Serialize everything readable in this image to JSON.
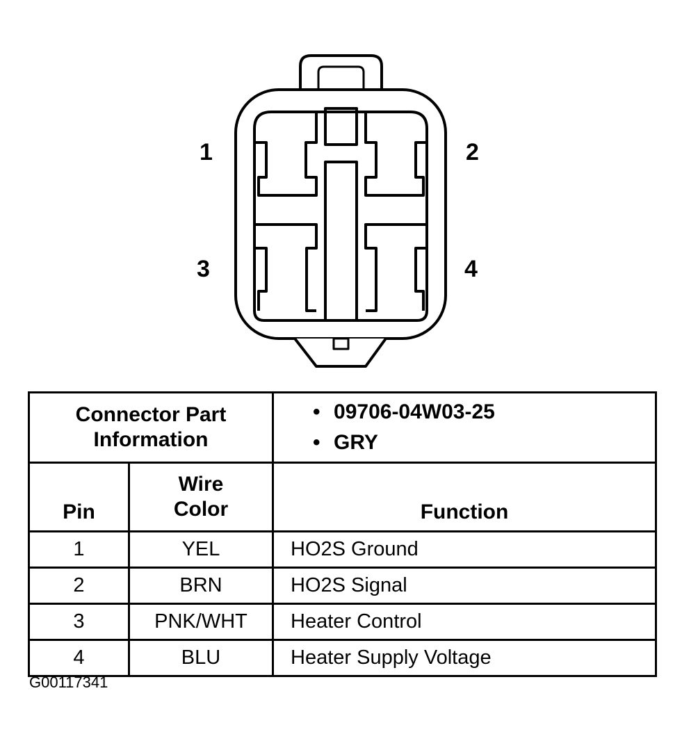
{
  "connector": {
    "pin_labels": [
      "1",
      "2",
      "3",
      "4"
    ]
  },
  "table": {
    "part_label_line1": "Connector Part",
    "part_label_line2": "Information",
    "part_items": [
      "09706-04W03-25",
      "GRY"
    ],
    "bullet": "•",
    "headers": {
      "pin": "Pin",
      "wire_color_line1": "Wire",
      "wire_color_line2": "Color",
      "function": "Function"
    },
    "rows": [
      {
        "pin": "1",
        "wire_color": "YEL",
        "function": "HO2S Ground"
      },
      {
        "pin": "2",
        "wire_color": "BRN",
        "function": "HO2S Signal"
      },
      {
        "pin": "3",
        "wire_color": "PNK/WHT",
        "function": "Heater Control"
      },
      {
        "pin": "4",
        "wire_color": "BLU",
        "function": "Heater Supply Voltage"
      }
    ]
  },
  "figure_id": "G00117341"
}
